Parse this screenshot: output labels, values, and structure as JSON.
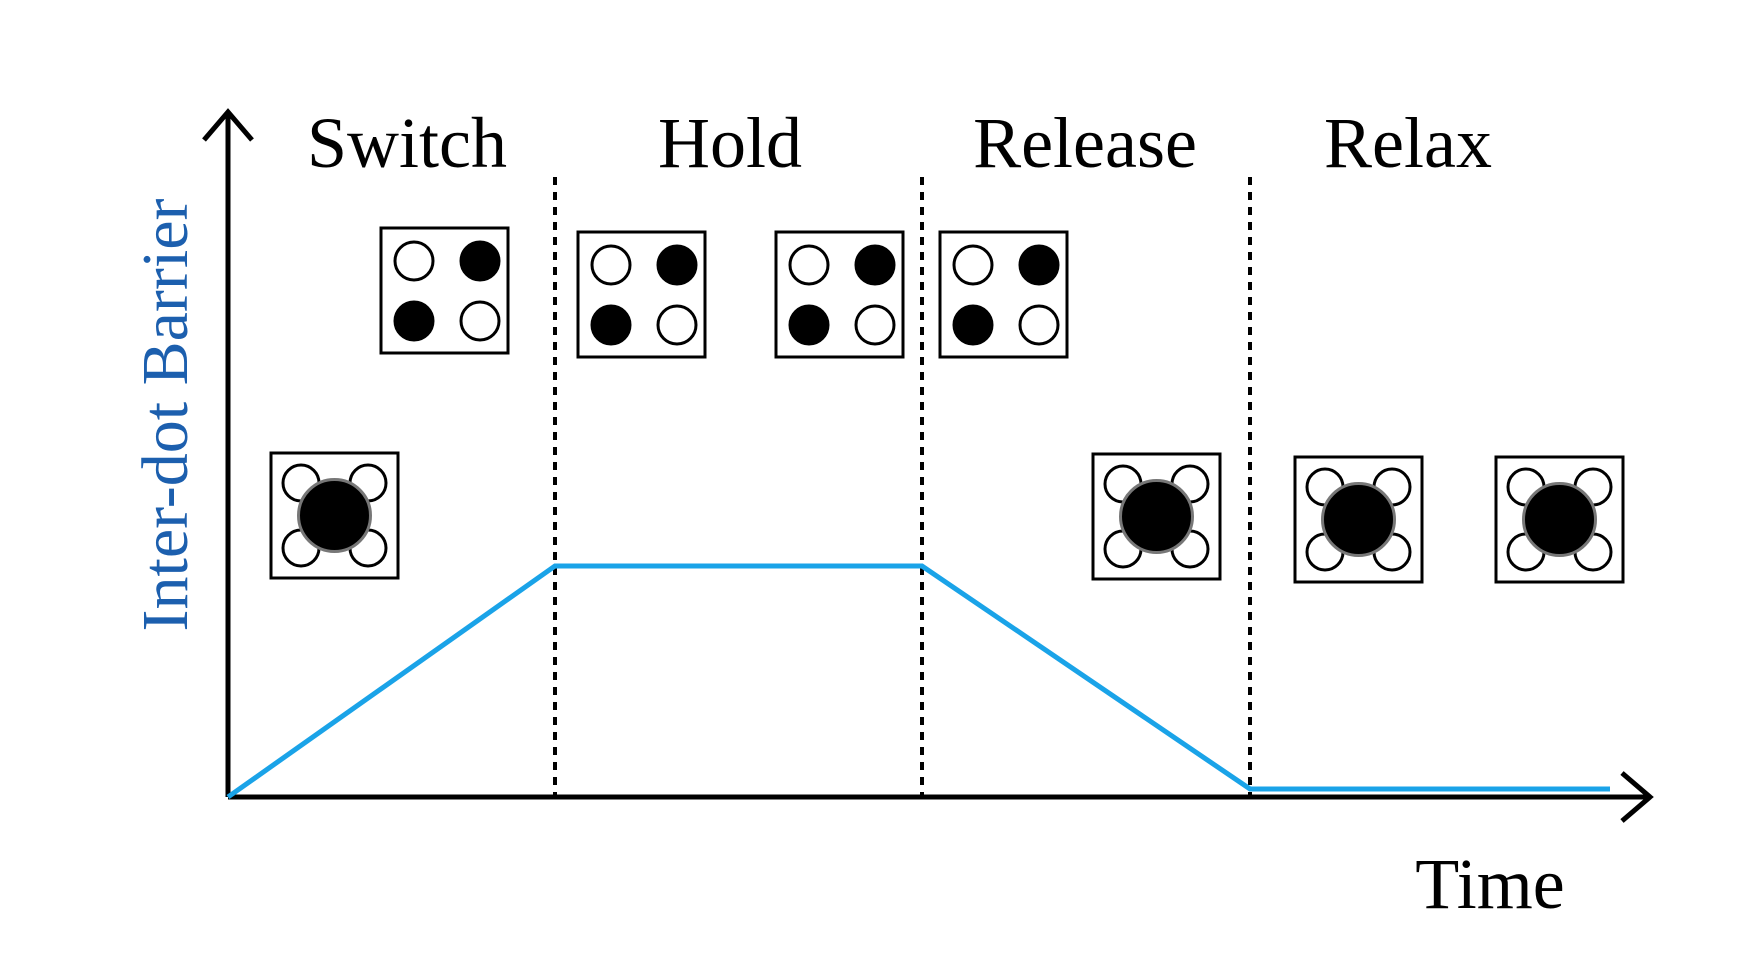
{
  "phases": [
    {
      "id": "switch",
      "label": "Switch"
    },
    {
      "id": "hold",
      "label": "Hold"
    },
    {
      "id": "release",
      "label": "Release"
    },
    {
      "id": "relax",
      "label": "Relax"
    }
  ],
  "axes": {
    "y_label": "Inter-dot Barrier",
    "x_label": "Time"
  },
  "colors": {
    "barrier_line": "#1aa3e8",
    "y_label": "#1c5fae",
    "axis": "#000000",
    "dots_filled": "#000000",
    "dots_empty": "#ffffff"
  },
  "cells": [
    {
      "id": "cell-switch-start",
      "type": "null",
      "phase": "switch"
    },
    {
      "id": "cell-switch-end",
      "type": "polarized",
      "phase": "switch"
    },
    {
      "id": "cell-hold-start",
      "type": "polarized",
      "phase": "hold"
    },
    {
      "id": "cell-hold-end",
      "type": "polarized",
      "phase": "hold"
    },
    {
      "id": "cell-release-start",
      "type": "polarized",
      "phase": "release"
    },
    {
      "id": "cell-release-end",
      "type": "null",
      "phase": "release"
    },
    {
      "id": "cell-relax-start",
      "type": "null",
      "phase": "relax"
    },
    {
      "id": "cell-relax-end",
      "type": "null",
      "phase": "relax"
    }
  ]
}
